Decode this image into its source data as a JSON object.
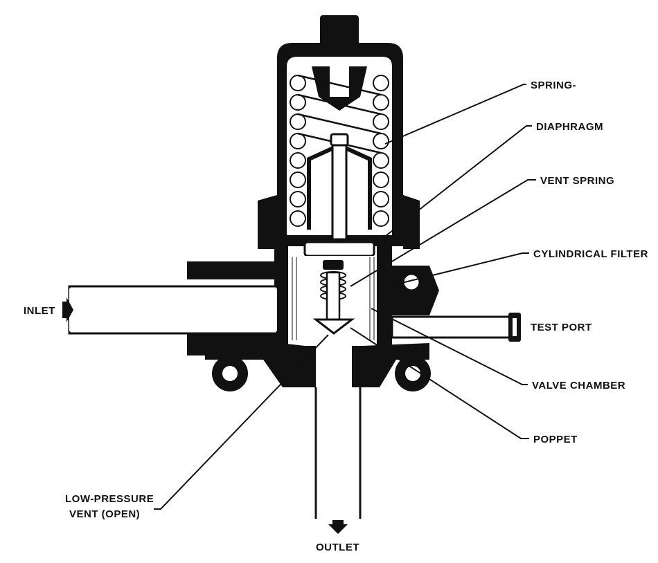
{
  "labels": {
    "spring": "SPRING-",
    "diaphragm": "DIAPHRAGM",
    "vent_spring": "VENT SPRING",
    "cylindrical_filter": "CYLINDRICAL FILTER",
    "test_port": "TEST PORT",
    "valve_chamber": "VALVE CHAMBER",
    "poppet": "POPPET",
    "low_pressure_vent_line1": "LOW-PRESSURE",
    "low_pressure_vent_line2": "VENT (OPEN)",
    "inlet": "INLET",
    "outlet": "OUTLET"
  },
  "colors": {
    "ink": "#111111",
    "paper": "#ffffff",
    "shade": "#d8d8d8"
  }
}
